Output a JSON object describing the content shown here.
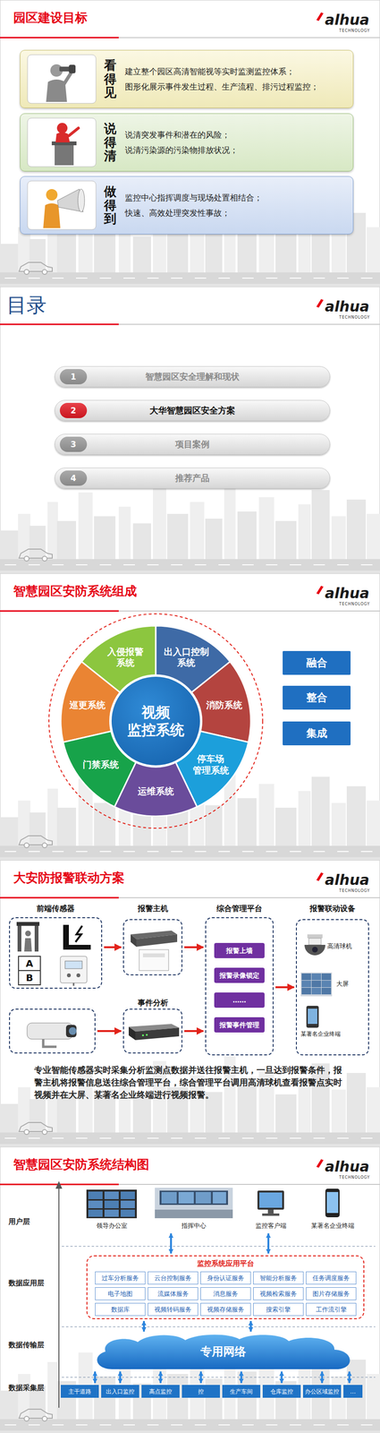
{
  "diagram": {
    "nodes": [
      {
        "text": [
          "园区建设目标"
        ]
      },
      {
        "text": [
          "看得见",
          "建立整个园区高清智能视等实时监测监控体系；",
          "图形化展示事件发生过程、生产流程、排污过程监控；"
        ],
        "in": 0
      },
      {
        "text": [
          "说得清",
          "说清突发事件和潜在的风险；",
          "说清污染源的污染物排放状况；"
        ],
        "in": 0
      },
      {
        "text": [
          "做得到",
          "监控中心指挥调度与现场处置相结合；",
          "快速、高效处理突发性事故；"
        ],
        "in": 0
      },
      {
        "text": [
          "目录"
        ]
      },
      {
        "text": [
          "智慧园区安全理解和现状"
        ],
        "in": 4
      },
      {
        "text": [
          "1"
        ],
        "in": 5
      },
      {
        "text": [
          "大华智慧园区安全方案"
        ],
        "in": 4
      },
      {
        "text": [
          "2"
        ],
        "in": 7
      },
      {
        "text": [
          "项目案例"
        ],
        "in": 4
      },
      {
        "text": [
          "3"
        ],
        "in": 9
      },
      {
        "text": [
          "推荐产品"
        ],
        "in": 4
      },
      {
        "text": [
          "4"
        ],
        "in": 11
      },
      {
        "text": [
          "智慧园区安防系统组成"
        ]
      },
      {
        "text": [
          "入侵报警 系统"
        ],
        "in": 13
      },
      {
        "text": [
          "出入口控制 系统"
        ],
        "in": 13
      },
      {
        "text": [
          "巡更系统"
        ],
        "in": 13
      },
      {
        "text": [
          "视频 监控系统"
        ],
        "in": 13
      },
      {
        "text": [
          "消防系统"
        ],
        "in": 13
      },
      {
        "text": [
          "门禁系统"
        ],
        "in": 13
      },
      {
        "text": [
          "停车场 管理系统"
        ],
        "in": 13
      },
      {
        "text": [
          "运维系统"
        ],
        "in": 13
      },
      {
        "text": [
          "融合"
        ],
        "in": 13
      },
      {
        "text": [
          "整合"
        ],
        "in": 13
      },
      {
        "text": [
          "集成"
        ],
        "in": 13
      },
      {
        "text": [
          "大安防报警联动方案"
        ]
      },
      {
        "text": [
          "前端传感器"
        ],
        "in": 25
      },
      {
        "text": [
          "报警主机"
        ],
        "in": 25
      },
      {
        "text": [
          "综合管理平台"
        ],
        "in": 25
      },
      {
        "text": [
          "报警上墙"
        ],
        "in": 28
      },
      {
        "text": [
          "报警录像锁定"
        ],
        "in": 28
      },
      {
        "text": [
          "……"
        ],
        "in": 28
      },
      {
        "text": [
          "报警事件管理"
        ],
        "in": 28
      },
      {
        "text": [
          "报警联动设备"
        ],
        "in": 25
      },
      {
        "text": [],
        "in": 25
      },
      {
        "text": [
          "事件分析"
        ],
        "in": 25
      },
      {
        "text": [
          "智慧园区安防系统结构图"
        ]
      },
      {
        "text": [
          "领导办公室"
        ],
        "in": 36
      },
      {
        "text": [
          "指挥中心"
        ],
        "in": 36
      },
      {
        "text": [
          "监控客户端"
        ],
        "in": 36
      },
      {
        "text": [
          "某著名企业终端"
        ],
        "in": 36
      },
      {
        "text": [
          "监控系统应用平台"
        ],
        "in": 36
      },
      {
        "text": [
          "过车分析服务"
        ],
        "in": 41
      },
      {
        "text": [
          "云台控制服务"
        ],
        "in": 41
      },
      {
        "text": [
          "身份认证服务"
        ],
        "in": 41
      },
      {
        "text": [
          "智能分析服务"
        ],
        "in": 41
      },
      {
        "text": [
          "任务调度服务"
        ],
        "in": 41
      },
      {
        "text": [
          "电子地图"
        ],
        "in": 41
      },
      {
        "text": [
          "流媒体服务"
        ],
        "in": 41
      },
      {
        "text": [
          "消息服务"
        ],
        "in": 41
      },
      {
        "text": [
          "视频检索服务"
        ],
        "in": 41
      },
      {
        "text": [
          "图片存储服务"
        ],
        "in": 41
      },
      {
        "text": [
          "数据库"
        ],
        "in": 41
      },
      {
        "text": [
          "视频转码服务"
        ],
        "in": 41
      },
      {
        "text": [
          "视频存储服务"
        ],
        "in": 41
      },
      {
        "text": [
          "搜索引擎"
        ],
        "in": 41
      },
      {
        "text": [
          "工作流引擎"
        ],
        "in": 41
      },
      {
        "text": [
          "专用网络"
        ],
        "in": 36
      },
      {
        "text": [
          "主干道路"
        ],
        "in": 36
      },
      {
        "text": [
          "出入口监控"
        ],
        "in": 36
      },
      {
        "text": [
          "高点监控"
        ],
        "in": 36
      },
      {
        "text": [
          "控"
        ],
        "in": 36
      },
      {
        "text": [
          "生产车间"
        ],
        "in": 36
      },
      {
        "text": [
          "仓库监控"
        ],
        "in": 36
      },
      {
        "text": [
          "办公区域监控"
        ],
        "in": 36
      },
      {
        "text": [
          "…"
        ],
        "in": 36
      }
    ],
    "edges": [
      {
        "from": 26,
        "to": 27,
        "arrow": "to"
      },
      {
        "from": 34,
        "to": 35,
        "arrow": "to"
      },
      {
        "from": 27,
        "to": 28,
        "arrow": "to"
      },
      {
        "from": 35,
        "to": 28,
        "arrow": "to"
      },
      {
        "from": 28,
        "to": 33,
        "arrow": "to"
      },
      {
        "from": 38,
        "to": 41,
        "arrow": "both"
      },
      {
        "from": 39,
        "to": 41,
        "arrow": "both"
      },
      {
        "from": 41,
        "to": 57,
        "arrow": "both"
      },
      {
        "from": 41,
        "to": 57,
        "arrow": "both"
      },
      {
        "from": 57,
        "to": 58,
        "arrow": "both"
      },
      {
        "from": 57,
        "to": 59,
        "arrow": "both"
      },
      {
        "from": 57,
        "to": 60,
        "arrow": "both"
      },
      {
        "from": 57,
        "to": 61,
        "arrow": "both"
      },
      {
        "from": 57,
        "to": 62,
        "arrow": "both"
      },
      {
        "from": 57,
        "to": 63,
        "arrow": "both"
      },
      {
        "from": 57,
        "to": 64,
        "arrow": "both"
      },
      {
        "from": 57,
        "to": 65,
        "arrow": "both"
      }
    ],
    "labels": [
      "alhua",
      "TECHNOLOGY",
      "alhua",
      "TECHNOLOGY",
      "alhua",
      "TECHNOLOGY",
      "alhua",
      "TECHNOLOGY",
      "A",
      "B",
      "高清球机",
      "大屏",
      "某著名企业终端",
      "专业智能传感器实时采集分析监测点数据并送往报警主机，一旦达到报警条件，报警主机将报警信息送往综合管理平台，综合管理平台调用高清球机查看报警点实时视频并在大屏、某著名企业终端进行视频报警。",
      "alhua",
      "TECHNOLOGY",
      "用户层",
      "数据应用层",
      "数据传输层",
      "数据采集层"
    ]
  }
}
